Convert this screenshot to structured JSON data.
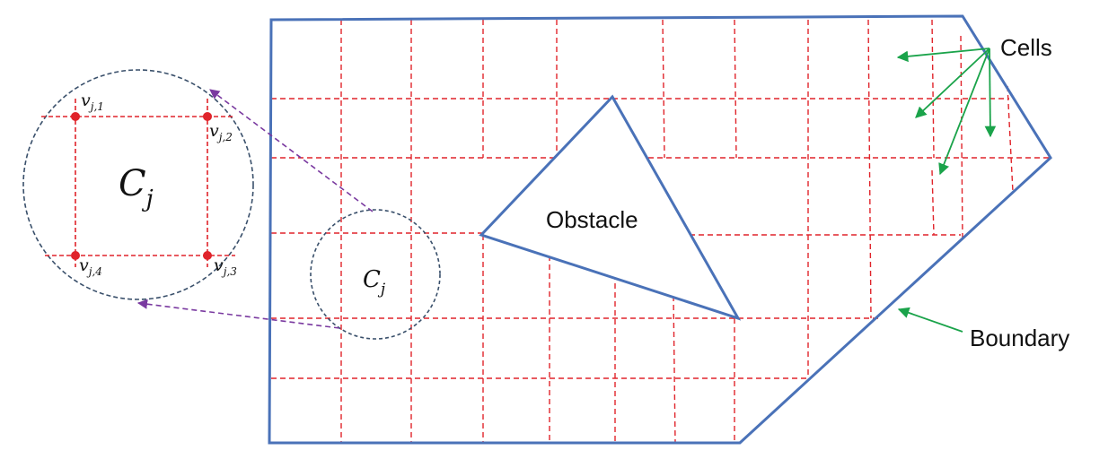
{
  "labels": {
    "obstacle": "Obstacle",
    "cells": "Cells",
    "boundary": "Boundary"
  },
  "cell_labels": {
    "cell_large": {
      "main": "C",
      "sub": "j"
    },
    "cell_small": {
      "main": "C",
      "sub": "j"
    }
  },
  "vertex_labels": [
    {
      "main": "v",
      "sub": "j,1"
    },
    {
      "main": "v",
      "sub": "j,2"
    },
    {
      "main": "v",
      "sub": "j,3"
    },
    {
      "main": "v",
      "sub": "j,4"
    }
  ],
  "colors": {
    "boundary": "#4a72b8",
    "grid": "#e0242b",
    "annotation_arrow": "#1aa34a",
    "zoom_arrow": "#7a3aa0",
    "zoom_circle": "#3a506b",
    "vertex": "#e0242b",
    "text": "#111111"
  }
}
